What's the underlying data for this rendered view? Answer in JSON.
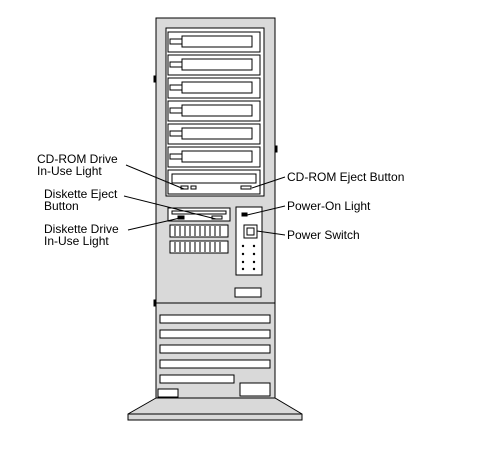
{
  "figure": {
    "background": "#ffffff",
    "line_color": "#000000",
    "shade_color": "#d9d9d9",
    "subject": "tower-computer-front-view"
  },
  "labels": {
    "cdrom_in_use_light": {
      "line1": "CD-ROM Drive",
      "line2": "In-Use Light"
    },
    "diskette_eject_button": {
      "line1": "Diskette Eject",
      "line2": "Button"
    },
    "diskette_in_use_light": {
      "line1": "Diskette Drive",
      "line2": "In-Use Light"
    },
    "cdrom_eject_button": {
      "line1": "CD-ROM Eject Button"
    },
    "power_on_light": {
      "line1": "Power-On Light"
    },
    "power_switch": {
      "line1": "Power Switch"
    }
  }
}
